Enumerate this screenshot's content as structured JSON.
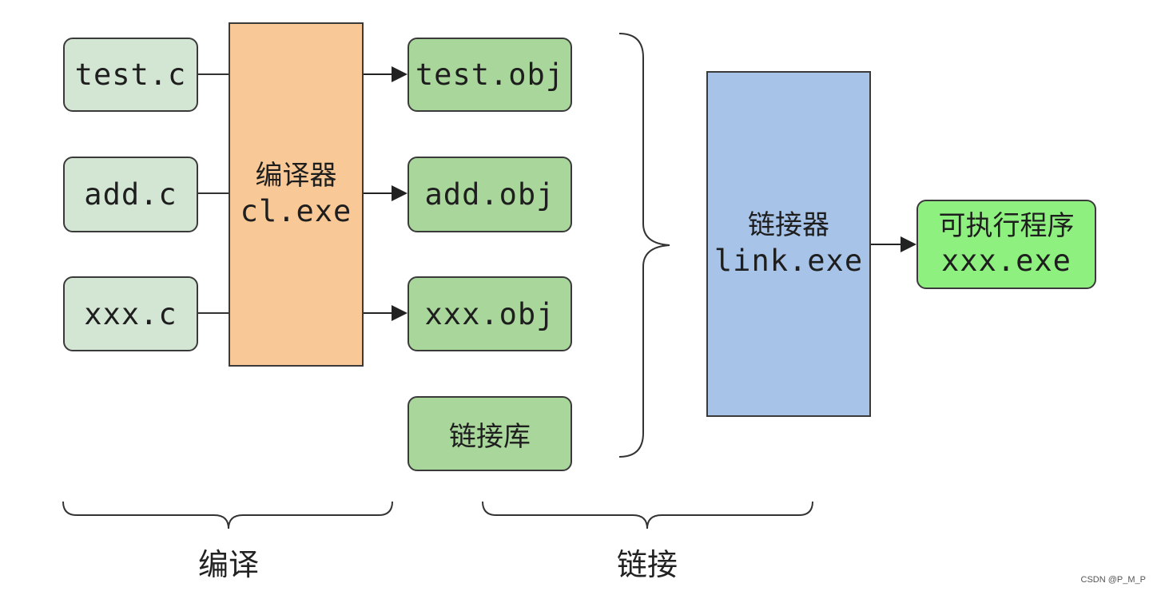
{
  "sources": [
    "test.c",
    "add.c",
    "xxx.c"
  ],
  "compiler": {
    "name": "编译器",
    "exe": "cl.exe"
  },
  "objects": [
    "test.obj",
    "add.obj",
    "xxx.obj"
  ],
  "library": "链接库",
  "linker": {
    "name": "链接器",
    "exe": "link.exe"
  },
  "output": {
    "name": "可执行程序",
    "exe": "xxx.exe"
  },
  "stages": {
    "compile": "编译",
    "link": "链接"
  },
  "watermark": "CSDN @P_M_P",
  "colors": {
    "source": "#d3e6d4",
    "object": "#a9d69a",
    "compiler": "#f8c896",
    "linker": "#a7c3e8",
    "executable": "#8ef07f"
  }
}
